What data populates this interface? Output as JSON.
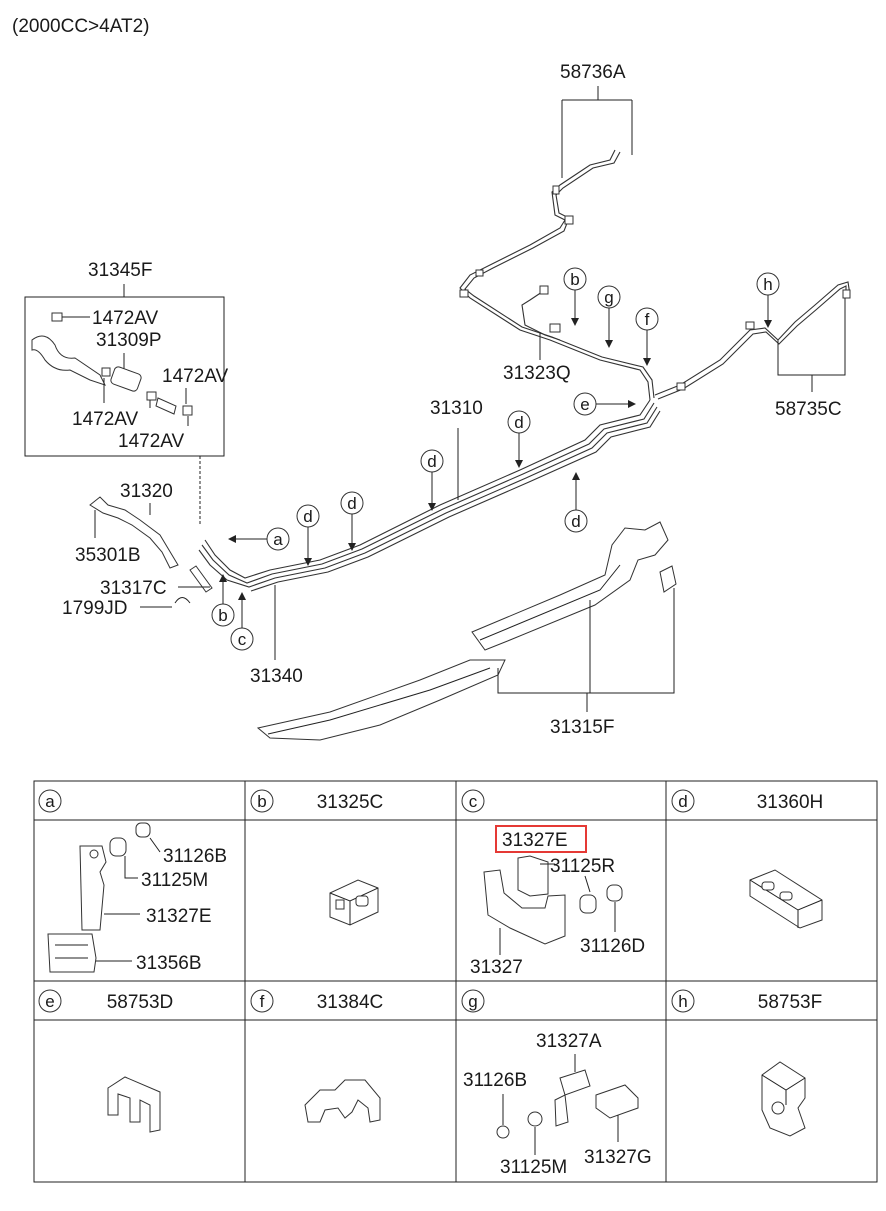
{
  "header": {
    "title": "(2000CC>4AT2)"
  },
  "labels": {
    "p58736A": "58736A",
    "p31345F": "31345F",
    "p1472AV_1": "1472AV",
    "p31309P": "31309P",
    "p1472AV_2": "1472AV",
    "p1472AV_3": "1472AV",
    "p1472AV_4": "1472AV",
    "p31323Q": "31323Q",
    "p31310": "31310",
    "p58735C": "58735C",
    "p31320": "31320",
    "p35301B": "35301B",
    "p31317C": "31317C",
    "p1799JD": "1799JD",
    "p31340": "31340",
    "p31315F": "31315F"
  },
  "callouts": {
    "a": "a",
    "b": "b",
    "c": "c",
    "d": "d",
    "e": "e",
    "f": "f",
    "g": "g",
    "h": "h"
  },
  "table": {
    "cells": [
      {
        "letter": "a",
        "part": ""
      },
      {
        "letter": "b",
        "part": "31325C"
      },
      {
        "letter": "c",
        "part": ""
      },
      {
        "letter": "d",
        "part": "31360H"
      },
      {
        "letter": "e",
        "part": "58753D"
      },
      {
        "letter": "f",
        "part": "31384C"
      },
      {
        "letter": "g",
        "part": ""
      },
      {
        "letter": "h",
        "part": "58753F"
      }
    ],
    "a_parts": {
      "p1": "31126B",
      "p2": "31125M",
      "p3": "31327E",
      "p4": "31356B"
    },
    "c_parts": {
      "p1": "31327E",
      "p2": "31125R",
      "p3": "31327",
      "p4": "31126D"
    },
    "g_parts": {
      "p1": "31327A",
      "p2": "31126B",
      "p3": "31125M",
      "p4": "31327G"
    }
  },
  "colors": {
    "highlight_box": "#e53935",
    "line": "#222222"
  }
}
